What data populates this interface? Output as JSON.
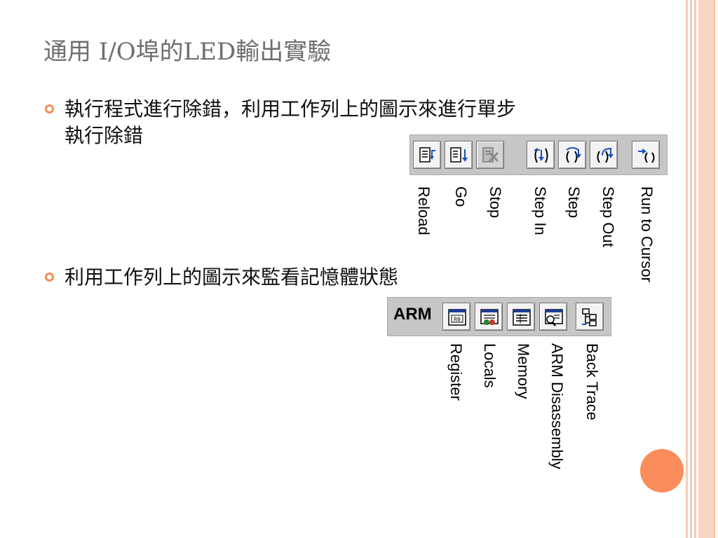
{
  "slide": {
    "title": "通用 I/O埠的LED輸出實驗",
    "bullets": [
      {
        "line1": "執行程式進行除錯，利用工作列上的圖示來進行單步",
        "line2": "執行除錯"
      },
      {
        "line1": "利用工作列上的圖示來監看記憶體狀態"
      }
    ]
  },
  "debug_toolbar": {
    "buttons": [
      {
        "label": "Reload",
        "icon": "reload-icon"
      },
      {
        "label": "Go",
        "icon": "go-icon"
      },
      {
        "label": "Stop",
        "icon": "stop-icon"
      },
      {
        "label": "Step In",
        "icon": "step-in-icon"
      },
      {
        "label": "Step",
        "icon": "step-icon"
      },
      {
        "label": "Step Out",
        "icon": "step-out-icon"
      },
      {
        "label": "Run to Cursor",
        "icon": "run-to-cursor-icon"
      }
    ]
  },
  "view_toolbar": {
    "prefix": "ARM",
    "buttons": [
      {
        "label": "Register",
        "icon": "register-icon",
        "icon_text": "R0"
      },
      {
        "label": "Locals",
        "icon": "locals-icon"
      },
      {
        "label": "Memory",
        "icon": "memory-icon"
      },
      {
        "label": "ARM Disassembly",
        "icon": "disassembly-icon"
      },
      {
        "label": "Back Trace",
        "icon": "back-trace-icon"
      }
    ]
  },
  "colors": {
    "title": "#6e6e6e",
    "bullet": "#f38c5b",
    "stripe": "#f7cbb6",
    "circle": "#fb8c5c",
    "toolbar": "#c6c6c6"
  }
}
